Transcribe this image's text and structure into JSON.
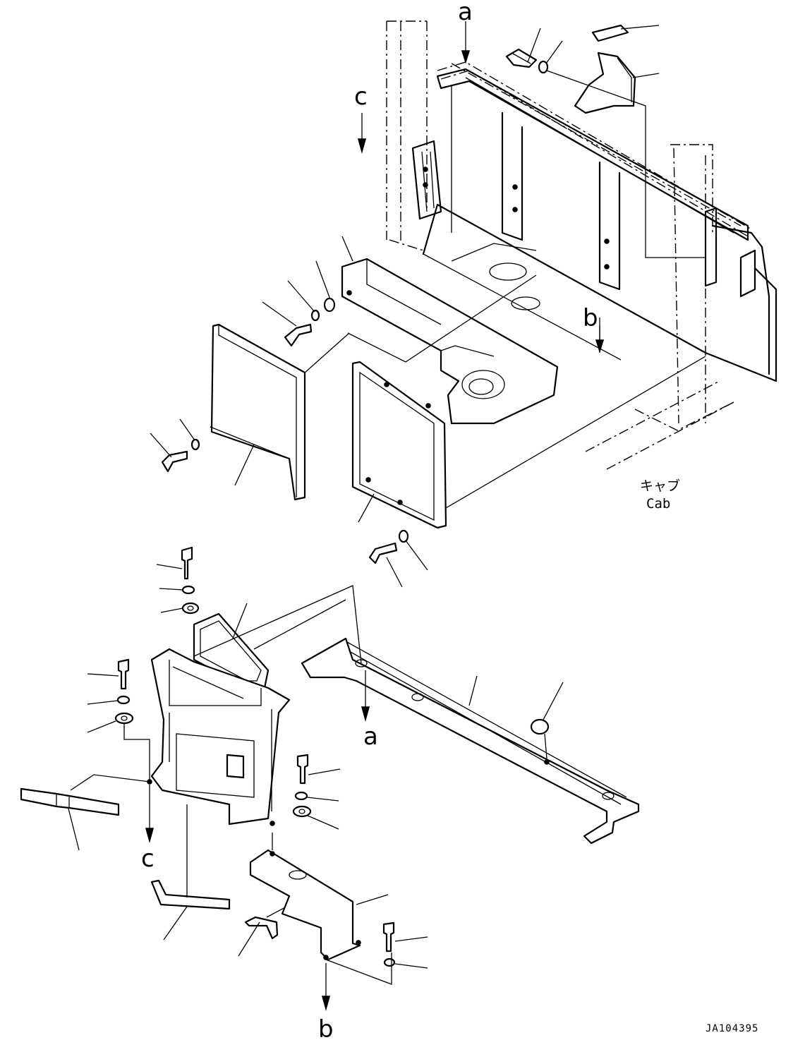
{
  "view_labels": {
    "a_top": "a",
    "a_bottom": "a",
    "b_right": "b",
    "b_bottom": "b",
    "c_top": "c",
    "c_bottom": "c"
  },
  "cab_label_jp": "キャブ",
  "cab_label_en": "Cab",
  "drawing_ref": "JA104395"
}
